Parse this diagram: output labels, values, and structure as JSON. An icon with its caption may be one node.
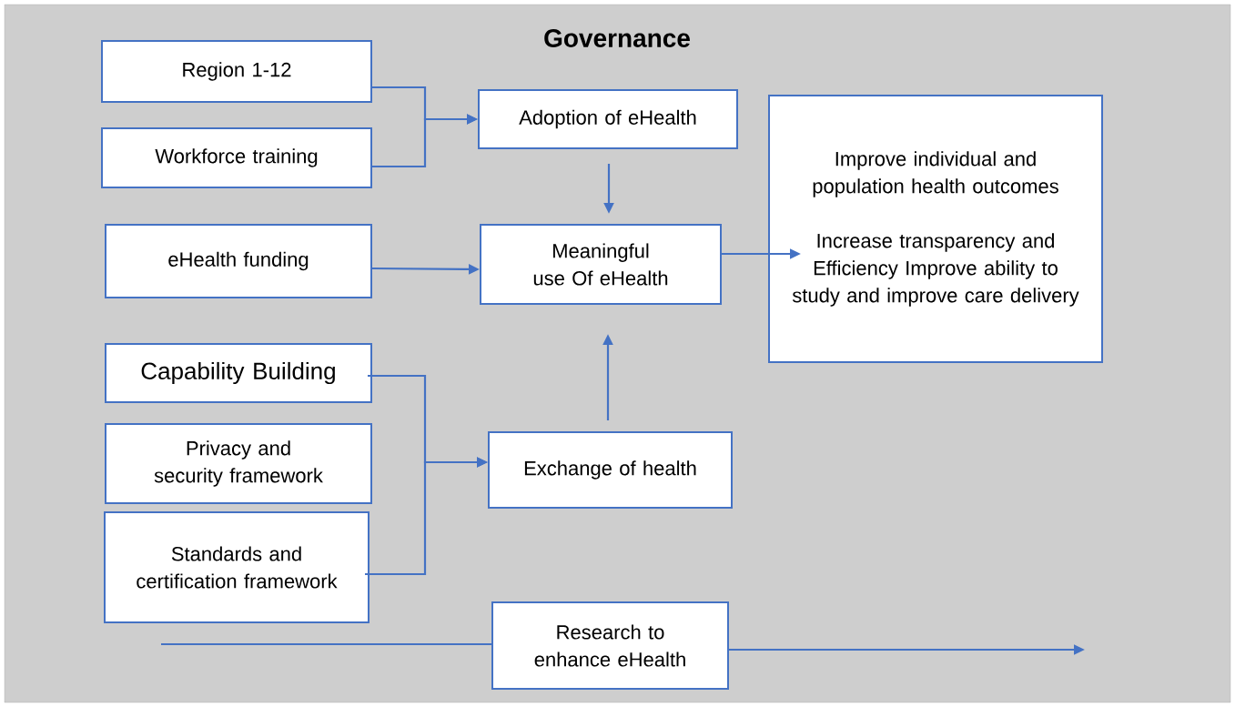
{
  "diagram": {
    "title": "Governance",
    "nodes": [
      {
        "text": [
          "Region 1-12"
        ]
      },
      {
        "text": [
          "Workforce training"
        ]
      },
      {
        "text": [
          "Adoption of eHealth"
        ]
      },
      {
        "text": [
          "Improve individual and population health outcomes",
          "Increase transparency and Efficiency Improve ability to study and improve care delivery"
        ]
      },
      {
        "text": [
          "eHealth funding"
        ]
      },
      {
        "text": [
          "Meaningful use Of eHealth"
        ]
      },
      {
        "text": [
          "Capability Building"
        ]
      },
      {
        "text": [
          "Privacy and security framework"
        ]
      },
      {
        "text": [
          "Standards and certification framework"
        ]
      },
      {
        "text": [
          "Exchange of health"
        ]
      },
      {
        "text": [
          "Research to enhance eHealth"
        ]
      }
    ],
    "edges": [
      {
        "from": 0,
        "to": 2,
        "arrow": "to"
      },
      {
        "from": 1,
        "to": 2,
        "arrow": "to"
      },
      {
        "from": 2,
        "to": 5,
        "arrow": "to"
      },
      {
        "from": 4,
        "to": 5,
        "arrow": "to"
      },
      {
        "from": 5,
        "to": 3,
        "arrow": "to"
      },
      {
        "from": 6,
        "to": 9,
        "arrow": "to"
      },
      {
        "from": 8,
        "to": 9,
        "arrow": "to"
      },
      {
        "from": 9,
        "to": 5,
        "arrow": "to"
      },
      {
        "from": null,
        "to": 10,
        "arrow": "none"
      },
      {
        "from": 10,
        "to": null,
        "arrow": "to"
      }
    ]
  }
}
